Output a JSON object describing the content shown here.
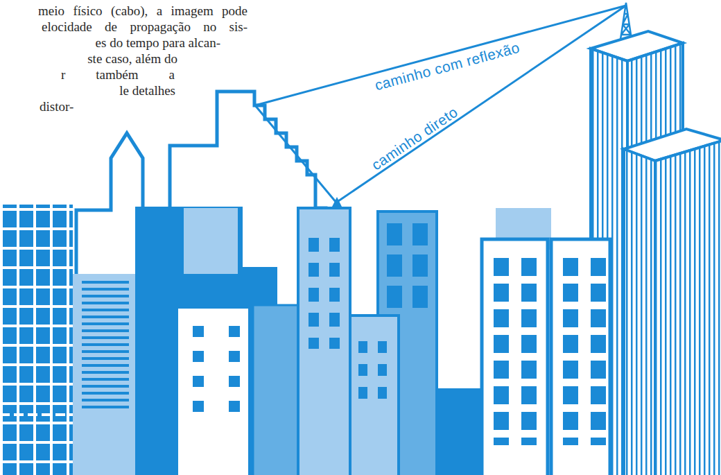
{
  "diagram": {
    "labels": [
      "meio físico (cabo), a imagem pode",
      "elocidade de propagação no sis-",
      "es do tempo para alcan-",
      "ste caso, além do",
      "r também a",
      "le detalhes",
      "distor-",
      "caminho com reflexão",
      "caminho direto"
    ]
  }
}
